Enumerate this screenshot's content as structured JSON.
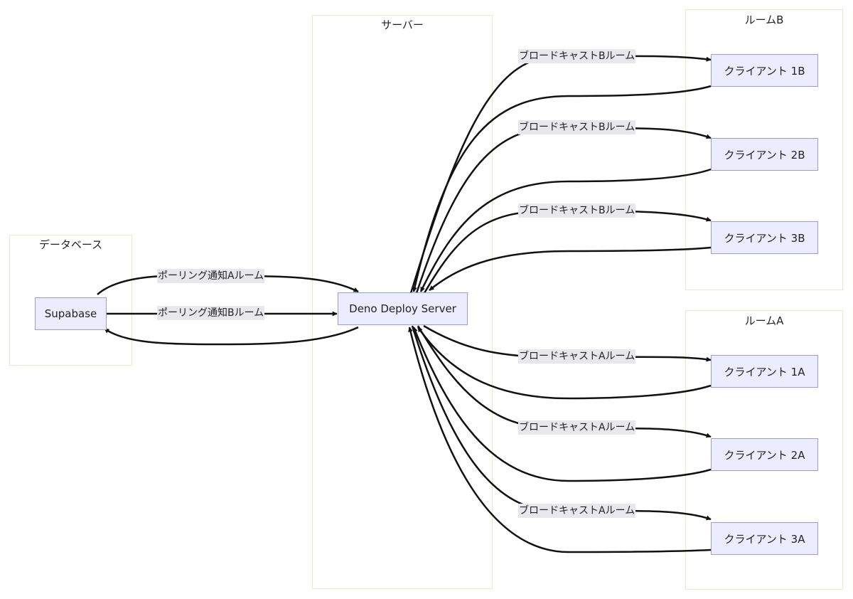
{
  "clusters": {
    "database": "データベース",
    "server": "サーバー",
    "room_b": "ルームB",
    "room_a": "ルームA"
  },
  "nodes": {
    "supabase": "Supabase",
    "deno": "Deno Deploy Server",
    "client_1b": "クライアント 1B",
    "client_2b": "クライアント 2B",
    "client_3b": "クライアント 3B",
    "client_1a": "クライアント 1A",
    "client_2a": "クライアント 2A",
    "client_3a": "クライアント 3A"
  },
  "edge_labels": {
    "poll_a": "ポーリング通知Aルーム",
    "poll_b": "ポーリング通知Bルーム",
    "bc_1b": "ブロードキャストBルーム",
    "bc_2b": "ブロードキャストBルーム",
    "bc_3b": "ブロードキャストBルーム",
    "bc_1a": "ブロードキャストAルーム",
    "bc_2a": "ブロードキャストAルーム",
    "bc_3a": "ブロードキャストAルーム"
  },
  "colors": {
    "node_fill": "#ececff",
    "node_border": "#9f97e2",
    "cluster_border": "#e8ead0",
    "edge": "#111111",
    "edge_label_bg": "#e8e8ec"
  }
}
